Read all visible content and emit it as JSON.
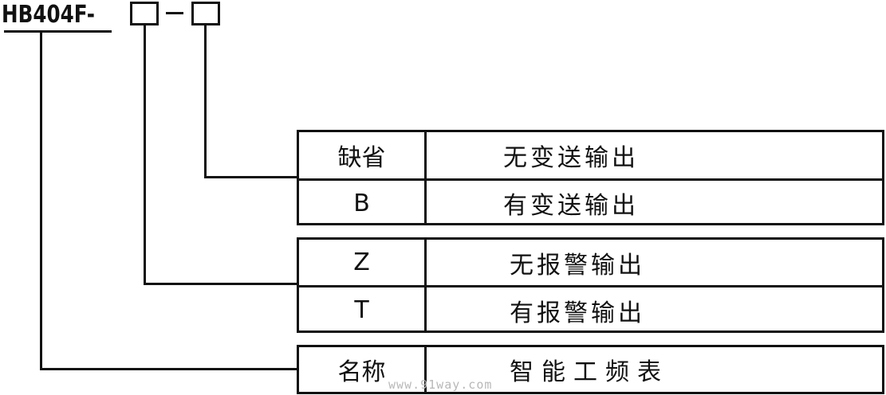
{
  "model": {
    "prefix": "HB404F-",
    "separator": "-",
    "slots": [
      "alarm-option-slot",
      "transmit-option-slot"
    ]
  },
  "tables": {
    "transmit": {
      "rows": [
        {
          "code": "缺省",
          "description": "无变送输出"
        },
        {
          "code": "B",
          "description": "有变送输出"
        }
      ]
    },
    "alarm": {
      "rows": [
        {
          "code": "Z",
          "description": "无报警输出"
        },
        {
          "code": "T",
          "description": "有报警输出"
        }
      ]
    },
    "name": {
      "rows": [
        {
          "code": "名称",
          "description": "智能工频表"
        }
      ]
    }
  },
  "watermark": "www.91way.com",
  "colors": {
    "line": "#111111",
    "background": "#ffffff",
    "watermark": "#b8b8b8"
  }
}
